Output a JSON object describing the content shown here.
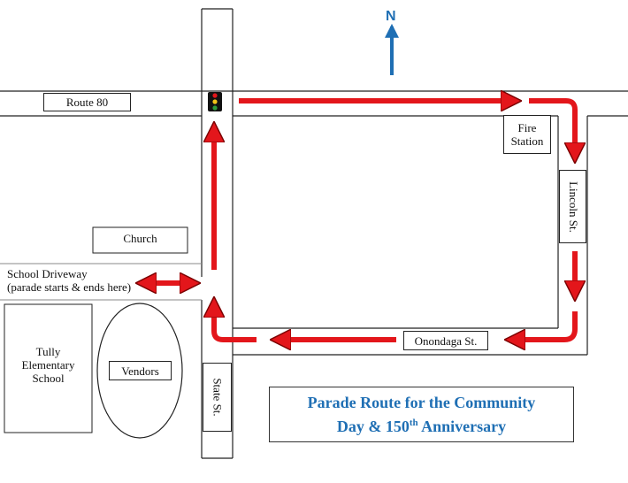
{
  "title": {
    "line1": "Parade Route for the Community",
    "line2_pre": "Day & 150",
    "line2_sup": "th",
    "line2_post": " Anniversary"
  },
  "compass": {
    "label": "N"
  },
  "roads": {
    "route80": "Route 80",
    "lincoln": "Lincoln St.",
    "onondaga": "Onondaga St.",
    "state": "State St."
  },
  "landmarks": {
    "fire_station_line1": "Fire",
    "fire_station_line2": "Station",
    "church": "Church",
    "school_driveway_line1": "School Driveway",
    "school_driveway_line2": "(parade starts & ends here)",
    "school_line1": "Tully",
    "school_line2": "Elementary",
    "school_line3": "School",
    "vendors": "Vendors"
  },
  "colors": {
    "route_arrow": "#e3161b",
    "title_blue": "#1f6fb4",
    "road_outline": "#222222"
  }
}
